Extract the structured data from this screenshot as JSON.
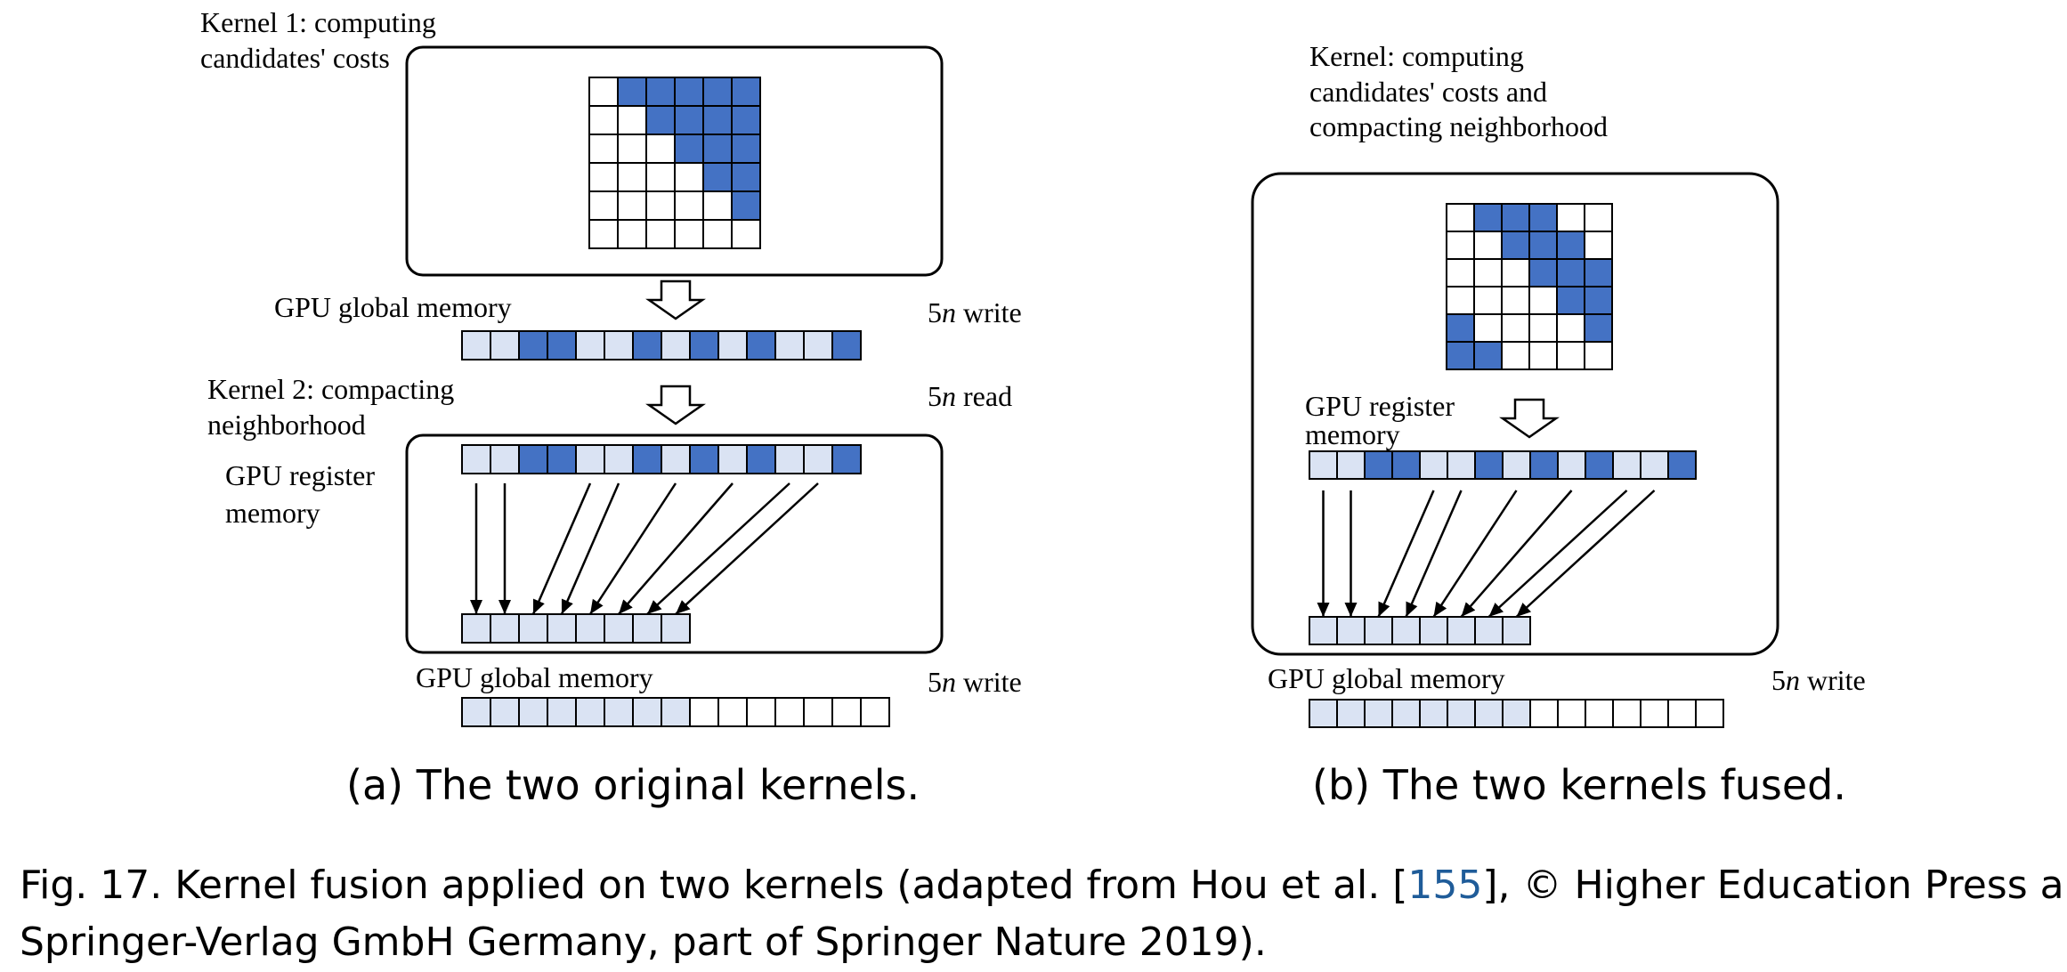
{
  "colors": {
    "dark_cell": "#4472c4",
    "light_cell": "#dae3f3",
    "empty_cell": "#ffffff",
    "stroke": "#000000",
    "ref_link": "#1f5c99"
  },
  "panel_a": {
    "kernel1_label": [
      "Kernel 1: computing",
      "candidates' costs"
    ],
    "global_mem_label_1": "GPU global memory",
    "write_label_1": {
      "coef": "5",
      "var": "n",
      "word": " write"
    },
    "kernel2_label": [
      "Kernel 2: compacting",
      "neighborhood"
    ],
    "read_label": {
      "coef": "5",
      "var": "n",
      "word": " read"
    },
    "register_label": [
      "GPU register",
      "memory"
    ],
    "global_mem_label_2": "GPU global memory",
    "write_label_2": {
      "coef": "5",
      "var": "n",
      "word": " write"
    },
    "subcaption": "(a) The two original kernels."
  },
  "panel_b": {
    "kernel_label": [
      "Kernel: computing",
      "candidates' costs and",
      "compacting neighborhood"
    ],
    "register_label": [
      "GPU register",
      "memory"
    ],
    "global_mem_label": "GPU global memory",
    "write_label": {
      "coef": "5",
      "var": "n",
      "word": " write"
    },
    "subcaption": "(b) The two kernels fused."
  },
  "matrix_a": [
    [
      0,
      1,
      1,
      1,
      1,
      1
    ],
    [
      0,
      0,
      1,
      1,
      1,
      1
    ],
    [
      0,
      0,
      0,
      1,
      1,
      1
    ],
    [
      0,
      0,
      0,
      0,
      1,
      1
    ],
    [
      0,
      0,
      0,
      0,
      0,
      1
    ],
    [
      0,
      0,
      0,
      0,
      0,
      0
    ]
  ],
  "matrix_b": [
    [
      0,
      1,
      1,
      1,
      0,
      0
    ],
    [
      0,
      0,
      1,
      1,
      1,
      0
    ],
    [
      0,
      0,
      0,
      1,
      1,
      1
    ],
    [
      0,
      0,
      0,
      0,
      1,
      1
    ],
    [
      1,
      0,
      0,
      0,
      0,
      1
    ],
    [
      1,
      1,
      0,
      0,
      0,
      0
    ]
  ],
  "cost_array": [
    "L",
    "L",
    "D",
    "D",
    "L",
    "L",
    "D",
    "L",
    "D",
    "L",
    "D",
    "L",
    "L",
    "D"
  ],
  "compacted_register": [
    "L",
    "L",
    "L",
    "L",
    "L",
    "L",
    "L",
    "L"
  ],
  "compacted_global": [
    "L",
    "L",
    "L",
    "L",
    "L",
    "L",
    "L",
    "L",
    "W",
    "W",
    "W",
    "W",
    "W",
    "W",
    "W"
  ],
  "caption": {
    "line1_pre": "Fig. 17.  Kernel fusion applied on two kernels (adapted from Hou et al. [",
    "ref": "155",
    "line1_post": "], © Higher Education Press and",
    "line2": "Springer-Verlag GmbH Germany, part of Springer Nature 2019)."
  }
}
